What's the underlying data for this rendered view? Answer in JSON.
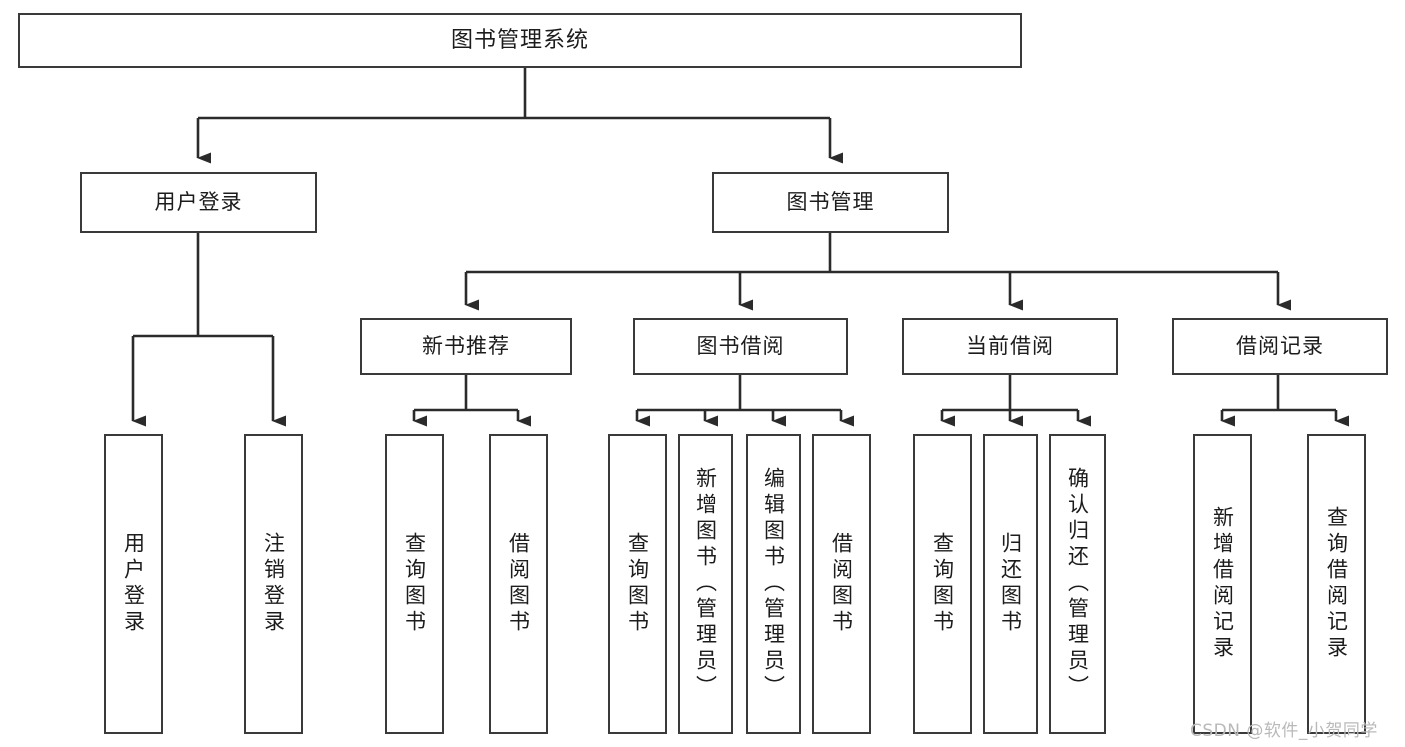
{
  "diagram": {
    "title": "图书管理系统",
    "type": "tree",
    "orientation": "top-down",
    "colors": {
      "node_border": "#3a3a3a",
      "node_fill": "#ffffff",
      "connector": "#2b2b2b",
      "text": "#1c1c1c",
      "watermark": "#b9b9b9",
      "background": "#ffffff"
    },
    "nodes": {
      "root": {
        "label": "图书管理系统"
      },
      "level1": [
        {
          "id": "user-login",
          "label": "用户登录"
        },
        {
          "id": "book-manage",
          "label": "图书管理"
        }
      ],
      "level2": [
        {
          "id": "new-book-recommend",
          "label": "新书推荐"
        },
        {
          "id": "book-borrow",
          "label": "图书借阅"
        },
        {
          "id": "current-borrow",
          "label": "当前借阅"
        },
        {
          "id": "borrow-record",
          "label": "借阅记录"
        }
      ],
      "leaves": {
        "user_login": [
          {
            "id": "leaf-user-login",
            "label": "用户登录"
          },
          {
            "id": "leaf-logout-login",
            "label": "注销登录"
          }
        ],
        "new_book_recommend": [
          {
            "id": "leaf-query-book-1",
            "label": "查询图书"
          },
          {
            "id": "leaf-borrow-book-1",
            "label": "借阅图书"
          }
        ],
        "book_borrow": [
          {
            "id": "leaf-query-book-2",
            "label": "查询图书"
          },
          {
            "id": "leaf-add-book-admin",
            "label": "新增图书（管理员）"
          },
          {
            "id": "leaf-edit-book-admin",
            "label": "编辑图书（管理员）"
          },
          {
            "id": "leaf-borrow-book-2",
            "label": "借阅图书"
          }
        ],
        "current_borrow": [
          {
            "id": "leaf-query-book-3",
            "label": "查询图书"
          },
          {
            "id": "leaf-return-book",
            "label": "归还图书"
          },
          {
            "id": "leaf-confirm-return-admin",
            "label": "确认归还（管理员）"
          }
        ],
        "borrow_record": [
          {
            "id": "leaf-add-borrow-record",
            "label": "新增借阅记录"
          },
          {
            "id": "leaf-query-borrow-record",
            "label": "查询借阅记录"
          }
        ]
      }
    }
  },
  "watermark": {
    "text": "CSDN @软件_小贺同学"
  }
}
